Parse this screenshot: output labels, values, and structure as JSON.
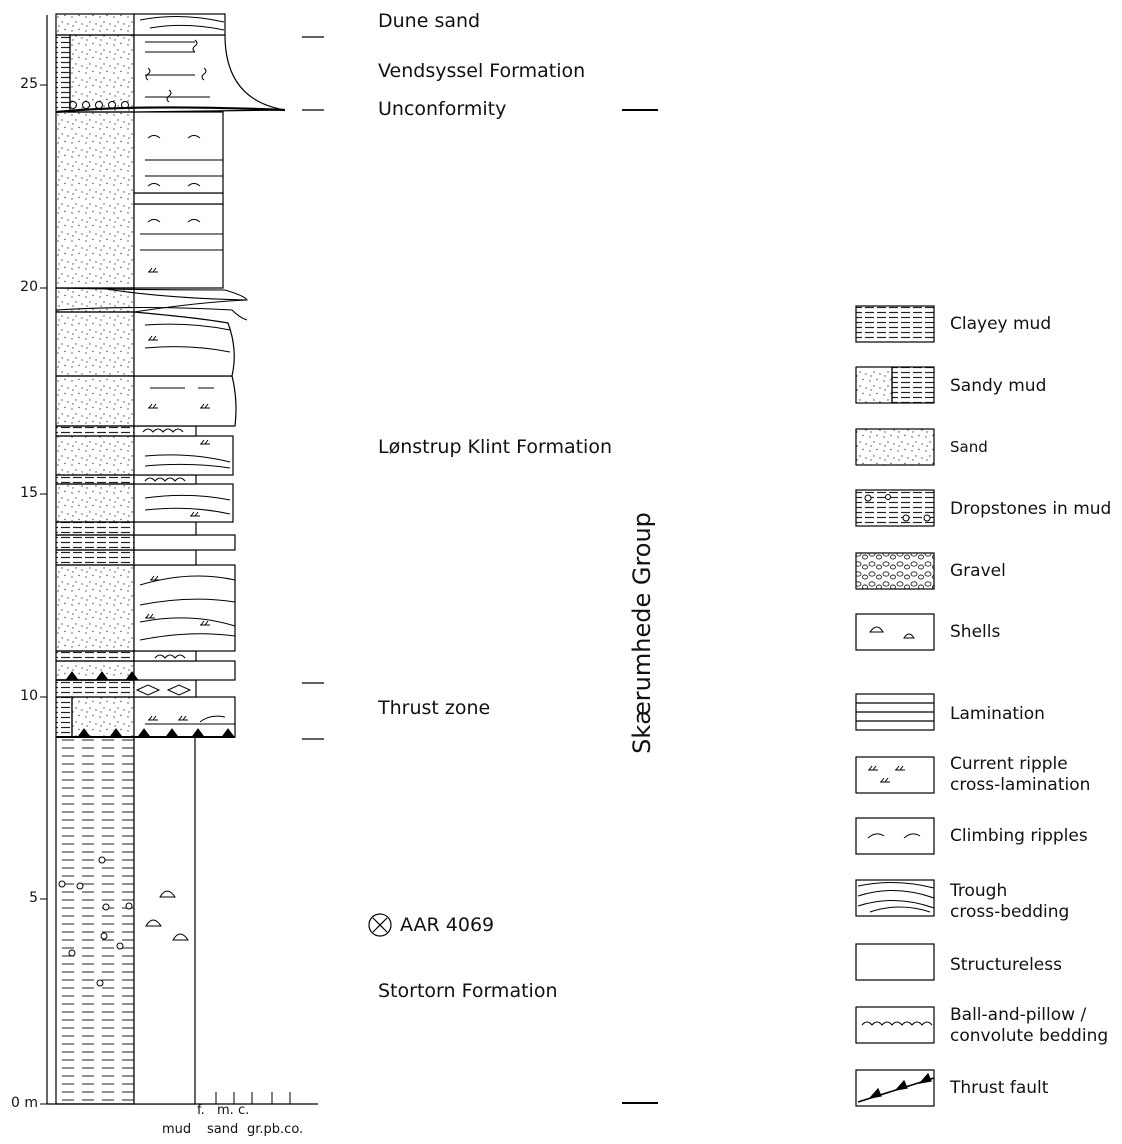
{
  "axis": {
    "depth_ticks": [
      "0 m",
      "5",
      "10",
      "15",
      "20",
      "25"
    ],
    "grain_size_top": [
      "f.",
      "m.",
      "c."
    ],
    "grain_size_bottom": [
      "mud",
      "sand",
      "gr.pb.co."
    ]
  },
  "annotations": {
    "dune_sand": "Dune sand",
    "vendsyssel": "Vendsyssel Formation",
    "unconformity": "Unconformity",
    "lonstrup": "Lønstrup Klint Formation",
    "thrust_zone": "Thrust zone",
    "sample": "AAR 4069",
    "stortorn": "Stortorn Formation",
    "group": "Skærumhede Group"
  },
  "legend": [
    {
      "key": "clayey-mud",
      "label": "Clayey mud"
    },
    {
      "key": "sandy-mud",
      "label": "Sandy mud"
    },
    {
      "key": "sand",
      "label": "Sand"
    },
    {
      "key": "dropstones",
      "label": "Dropstones in mud"
    },
    {
      "key": "gravel",
      "label": "Gravel"
    },
    {
      "key": "shells",
      "label": "Shells"
    },
    {
      "key": "lamination",
      "label": "Lamination"
    },
    {
      "key": "current-ripple",
      "label": "Current ripple\ncross-lamination"
    },
    {
      "key": "climbing-ripples",
      "label": "Climbing ripples"
    },
    {
      "key": "trough",
      "label": "Trough\ncross-bedding"
    },
    {
      "key": "structureless",
      "label": "Structureless"
    },
    {
      "key": "ball-pillow",
      "label": "Ball-and-pillow /\nconvolute bedding"
    },
    {
      "key": "thrust-fault",
      "label": "Thrust fault"
    }
  ]
}
